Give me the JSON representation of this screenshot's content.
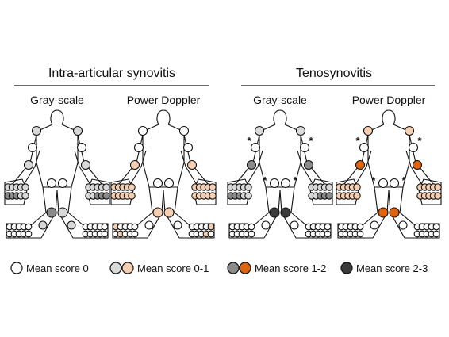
{
  "sections": [
    {
      "title": "Intra-articular synovitis",
      "panels": [
        "Gray-scale",
        "Power Doppler"
      ]
    },
    {
      "title": "Tenosynovitis",
      "panels": [
        "Gray-scale",
        "Power Doppler"
      ]
    }
  ],
  "legend": [
    {
      "label": "Mean score 0",
      "swatches": [
        "white"
      ]
    },
    {
      "label": "Mean score 0-1",
      "swatches": [
        "lgray",
        "lpeach"
      ]
    },
    {
      "label": "Mean score 1-2",
      "swatches": [
        "dgray",
        "orange"
      ]
    },
    {
      "label": "Mean score 2-3",
      "swatches": [
        "black"
      ]
    }
  ],
  "colors": {
    "white": "#ffffff",
    "lgray": "#d9d9d9",
    "lpeach": "#f6cfb2",
    "dgray": "#8a8a8a",
    "orange": "#e0640e",
    "black": "#3a3a3a",
    "outline": "#111111"
  },
  "star_symbol": "*",
  "figure_scores": [
    {
      "name": "ia-grayscale",
      "shoulder": "lgray",
      "elbow": "white",
      "wrist": "lgray",
      "mcp_r": [
        "lgray",
        "lgray",
        "lgray",
        "lgray",
        "lgray"
      ],
      "mcp_l": [
        "lgray",
        "lgray",
        "lgray",
        "lgray",
        "lgray"
      ],
      "pip_r": [
        "dgray",
        "dgray",
        "dgray",
        "lgray",
        "lgray"
      ],
      "pip_l": [
        "lgray",
        "lgray",
        "dgray",
        "dgray",
        "dgray"
      ],
      "hip": "white",
      "knee_r": "dgray",
      "knee_l": "lgray",
      "ankle": "lgray",
      "toes_r": [
        "white",
        "white",
        "white",
        "white",
        "white"
      ],
      "toes_l": [
        "white",
        "white",
        "white",
        "white",
        "white"
      ],
      "toes2_r": [
        "white",
        "white",
        "white",
        "white",
        "white"
      ],
      "toes2_l": [
        "white",
        "white",
        "white",
        "white",
        "white"
      ],
      "stars": false
    },
    {
      "name": "ia-powerdoppler",
      "shoulder": "white",
      "elbow": "white",
      "wrist": "lpeach",
      "mcp_r": [
        "lpeach",
        "lpeach",
        "lpeach",
        "lpeach",
        "lpeach"
      ],
      "mcp_l": [
        "lpeach",
        "lpeach",
        "lpeach",
        "lpeach",
        "lpeach"
      ],
      "pip_r": [
        "lpeach",
        "lpeach",
        "lpeach",
        "lpeach",
        "lpeach"
      ],
      "pip_l": [
        "lpeach",
        "lpeach",
        "lpeach",
        "lpeach",
        "lpeach"
      ],
      "hip": "white",
      "knee_r": "lpeach",
      "knee_l": "lpeach",
      "ankle": "white",
      "toes_r": [
        "lpeach",
        "white",
        "white",
        "white",
        "white"
      ],
      "toes_l": [
        "white",
        "white",
        "white",
        "white",
        "lpeach"
      ],
      "toes2_r": [
        "white",
        "lpeach",
        "white",
        "white",
        "white"
      ],
      "toes2_l": [
        "white",
        "white",
        "white",
        "lpeach",
        "white"
      ],
      "stars": false
    },
    {
      "name": "teno-grayscale",
      "shoulder": "lgray",
      "elbow": "white",
      "wrist": "dgray",
      "mcp_r": [
        "lgray",
        "lgray",
        "lgray",
        "lgray",
        "lgray"
      ],
      "mcp_l": [
        "lgray",
        "lgray",
        "lgray",
        "lgray",
        "lgray"
      ],
      "pip_r": [
        "dgray",
        "dgray",
        "dgray",
        "lgray",
        "lgray"
      ],
      "pip_l": [
        "lgray",
        "lgray",
        "dgray",
        "dgray",
        "dgray"
      ],
      "hip": "white",
      "knee_r": "black",
      "knee_l": "black",
      "ankle": "white",
      "toes_r": [
        "white",
        "white",
        "white",
        "white",
        "white"
      ],
      "toes_l": [
        "white",
        "white",
        "white",
        "white",
        "white"
      ],
      "toes2_r": [
        "white",
        "white",
        "white",
        "white",
        "white"
      ],
      "toes2_l": [
        "white",
        "white",
        "white",
        "white",
        "white"
      ],
      "stars": true
    },
    {
      "name": "teno-powerdoppler",
      "shoulder": "lpeach",
      "elbow": "white",
      "wrist": "orange",
      "mcp_r": [
        "lpeach",
        "lpeach",
        "lpeach",
        "lpeach",
        "lpeach"
      ],
      "mcp_l": [
        "lpeach",
        "lpeach",
        "lpeach",
        "lpeach",
        "lpeach"
      ],
      "pip_r": [
        "lpeach",
        "lpeach",
        "lpeach",
        "lpeach",
        "lpeach"
      ],
      "pip_l": [
        "lpeach",
        "lpeach",
        "lpeach",
        "lpeach",
        "lpeach"
      ],
      "hip": "white",
      "knee_r": "orange",
      "knee_l": "orange",
      "ankle": "white",
      "toes_r": [
        "white",
        "white",
        "white",
        "white",
        "white"
      ],
      "toes_l": [
        "white",
        "white",
        "white",
        "white",
        "white"
      ],
      "toes2_r": [
        "white",
        "white",
        "white",
        "white",
        "white"
      ],
      "toes2_l": [
        "white",
        "white",
        "white",
        "white",
        "white"
      ],
      "stars": true
    }
  ]
}
